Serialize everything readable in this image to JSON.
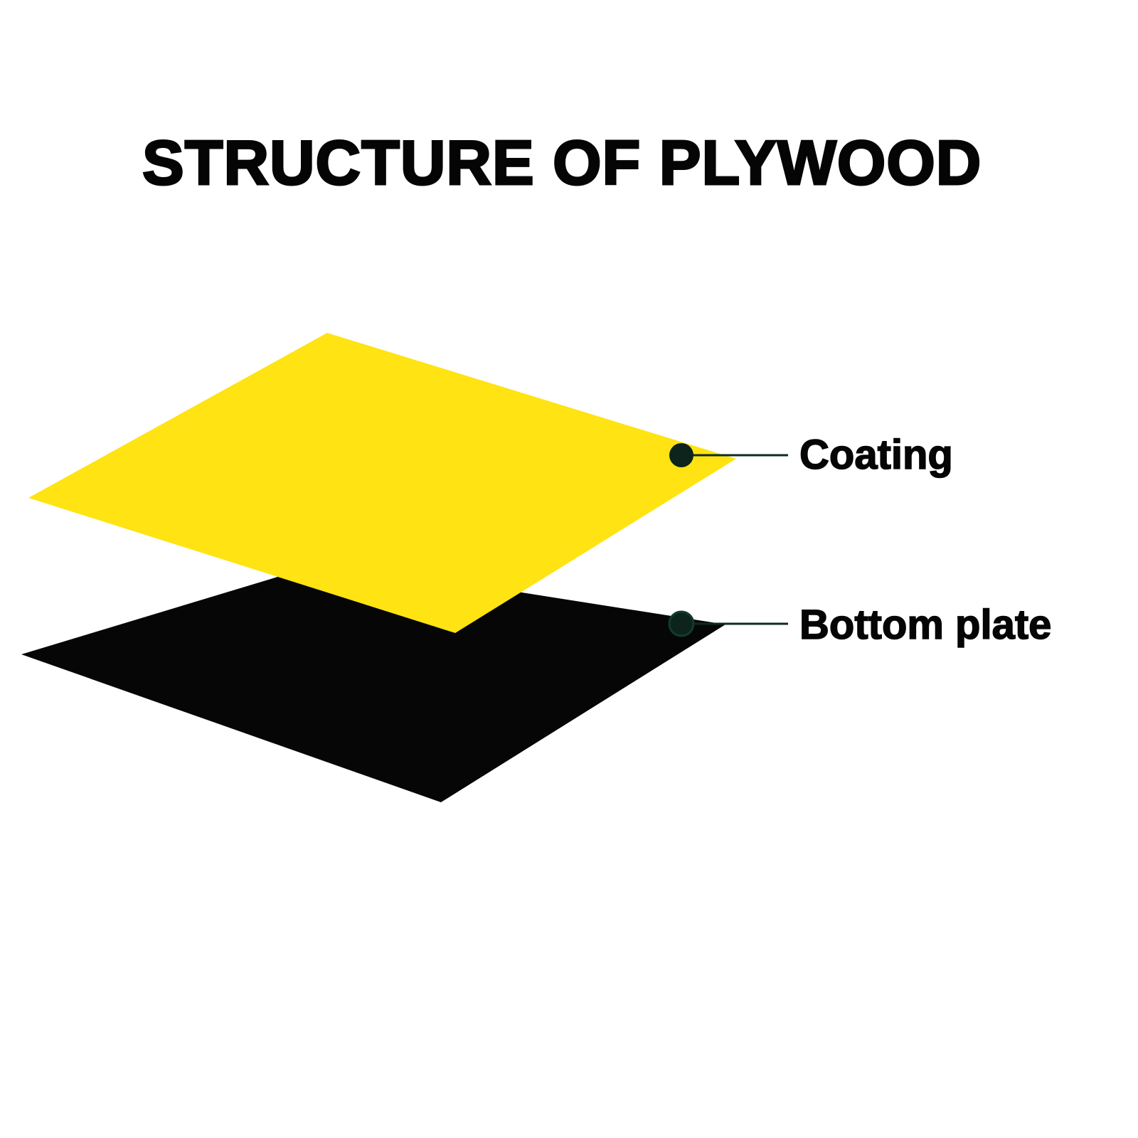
{
  "title": "STRUCTURE OF PLYWOOD",
  "layers": [
    {
      "id": "coating",
      "label": "Coating",
      "color": "#FFE312"
    },
    {
      "id": "bottom-plate",
      "label": "Bottom plate",
      "color": "#060606"
    }
  ],
  "callout": {
    "line_color": "#0f2a22",
    "dot_color": "#0d241c"
  },
  "background_color": "#ffffff"
}
